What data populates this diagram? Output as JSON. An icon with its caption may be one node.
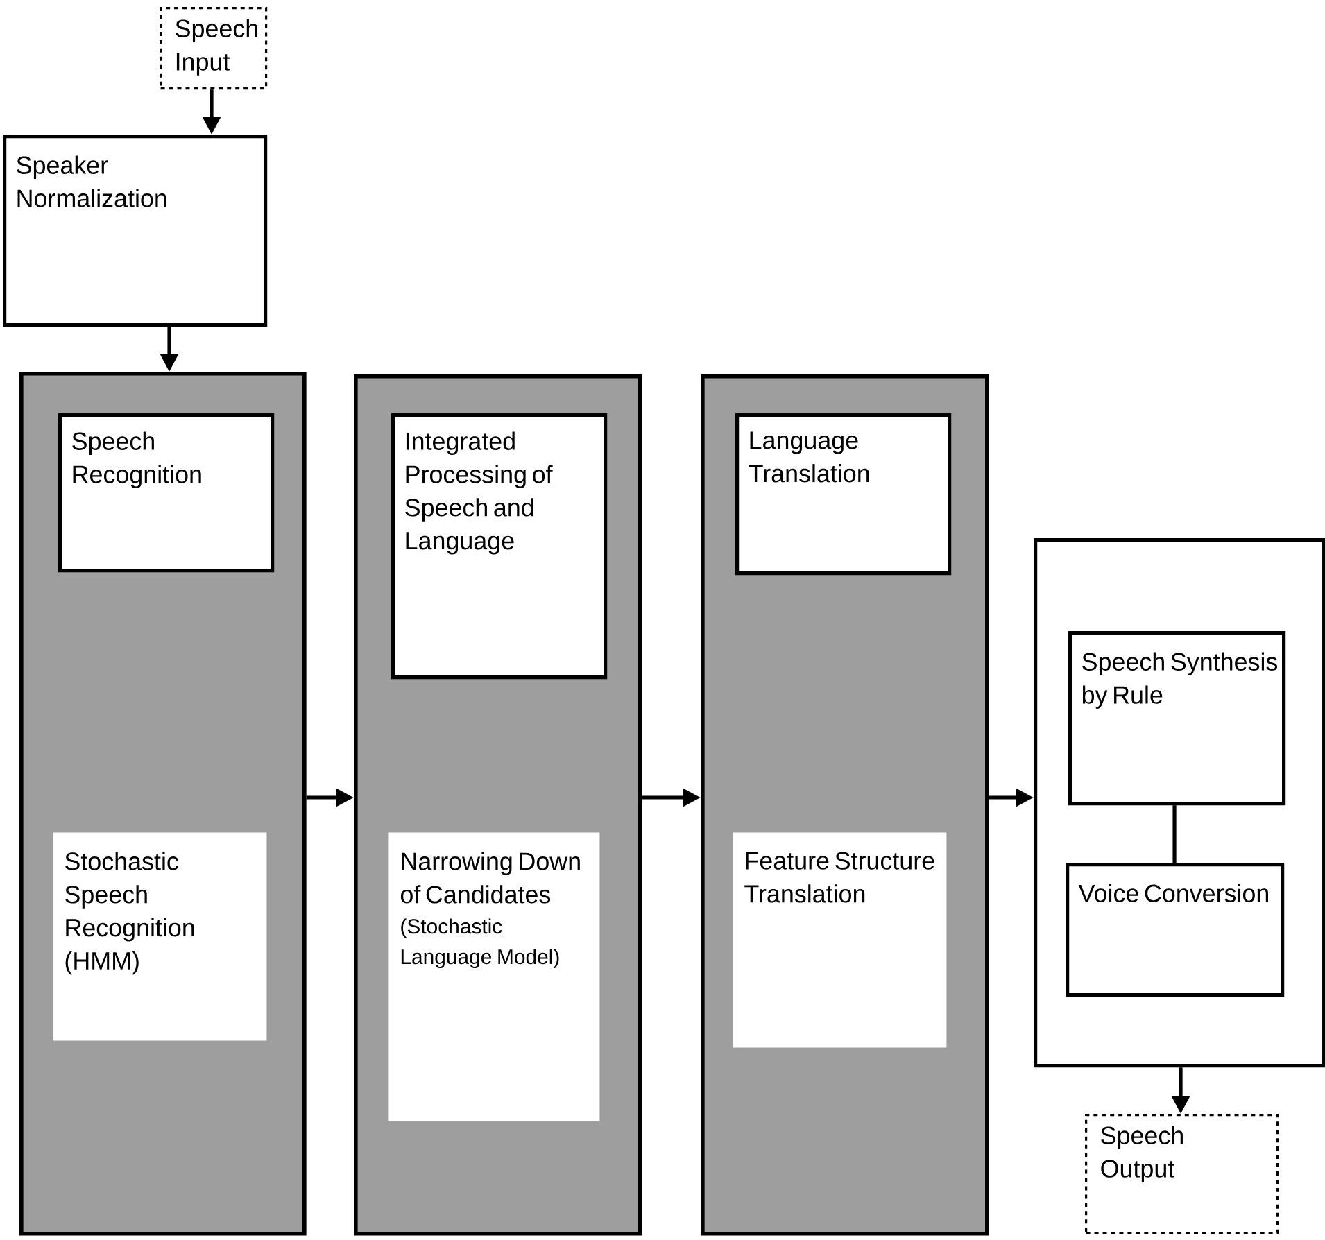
{
  "diagram": {
    "nodes": [
      {
        "text": [
          "Speech Input"
        ]
      },
      {
        "text": [
          "Speaker Normalization"
        ]
      },
      {
        "text": [],
        "shape": "box"
      },
      {
        "text": [
          "Speech Recognition"
        ],
        "in": 2
      },
      {
        "text": [
          "Stochastic Speech Recognition (HMM)"
        ],
        "in": 2
      },
      {
        "text": [],
        "shape": "box"
      },
      {
        "text": [
          "Integrated Processing of Speech and Language"
        ],
        "in": 5
      },
      {
        "text": [
          "Narrowing Down of Candidates",
          "(Stochastic Language Model)"
        ],
        "in": 5
      },
      {
        "text": [],
        "shape": "box"
      },
      {
        "text": [
          "Language Translation"
        ],
        "in": 8
      },
      {
        "text": [
          "Feature Structure Translation"
        ],
        "in": 8
      },
      {
        "text": [],
        "shape": "box"
      },
      {
        "text": [
          "Speech Synthesis by Rule"
        ],
        "in": 11
      },
      {
        "text": [
          "Voice Conversion"
        ],
        "in": 11
      },
      {
        "text": [
          "Speech Output"
        ]
      }
    ],
    "edges": [
      {
        "from": 0,
        "to": 1,
        "arrow": "to"
      },
      {
        "from": 1,
        "to": 2,
        "arrow": "to"
      },
      {
        "from": 2,
        "to": 5,
        "arrow": "to"
      },
      {
        "from": 5,
        "to": 8,
        "arrow": "to"
      },
      {
        "from": 8,
        "to": 11,
        "arrow": "to"
      },
      {
        "from": 12,
        "to": 13,
        "arrow": "none"
      },
      {
        "from": 11,
        "to": 14,
        "arrow": "to"
      }
    ]
  }
}
